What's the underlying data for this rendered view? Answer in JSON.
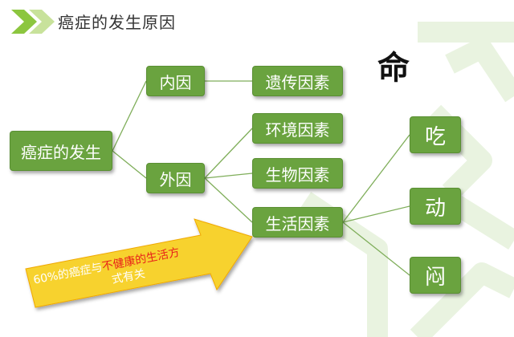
{
  "header": {
    "title": "癌症的发生原因",
    "accent_color": "#6aa33f",
    "chevron_color_dark": "#8cc63f",
    "chevron_color_light": "#c8e29b"
  },
  "nodes": {
    "root": "癌症的发生",
    "internal": "内因",
    "external": "外因",
    "genetic": "遗传因素",
    "environment": "环境因素",
    "biological": "生物因素",
    "lifestyle": "生活因素",
    "eat": "吃",
    "move": "动",
    "stuffy": "闷"
  },
  "side_label": "命",
  "arrow_note": {
    "part1": "60%的癌症与",
    "part2": "不健康的生活方",
    "part3": "式有关"
  },
  "colors": {
    "node_fill": "#6aa33f",
    "line": "#7fae5a",
    "arrow_fill": "#f7d22f",
    "highlight_text": "#e8231a"
  }
}
